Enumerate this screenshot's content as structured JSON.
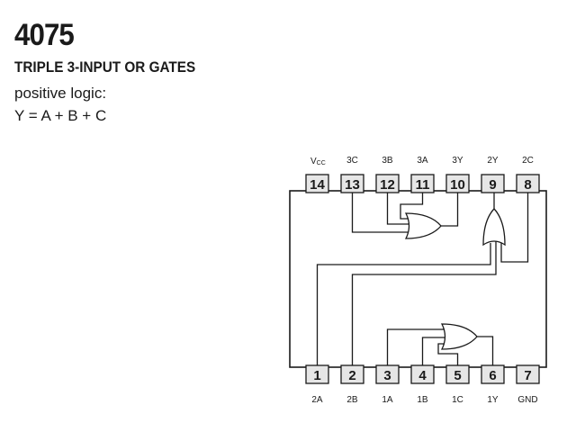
{
  "header": {
    "part_number": "4075",
    "subtitle": "TRIPLE 3-INPUT OR GATES",
    "logic_label": "positive logic:",
    "equation": "Y = A + B + C"
  },
  "pins_top": [
    {
      "num": "14",
      "name": "V",
      "sub": "CC"
    },
    {
      "num": "13",
      "name": "3C"
    },
    {
      "num": "12",
      "name": "3B"
    },
    {
      "num": "11",
      "name": "3A"
    },
    {
      "num": "10",
      "name": "3Y"
    },
    {
      "num": "9",
      "name": "2Y"
    },
    {
      "num": "8",
      "name": "2C"
    }
  ],
  "pins_bottom": [
    {
      "num": "1",
      "name": "2A"
    },
    {
      "num": "2",
      "name": "2B"
    },
    {
      "num": "3",
      "name": "1A"
    },
    {
      "num": "4",
      "name": "1B"
    },
    {
      "num": "5",
      "name": "1C"
    },
    {
      "num": "6",
      "name": "1Y"
    },
    {
      "num": "7",
      "name": "GND"
    }
  ],
  "colors": {
    "line": "#1a1a1a",
    "pin_fill": "#e6e6e6",
    "background": "#ffffff"
  }
}
